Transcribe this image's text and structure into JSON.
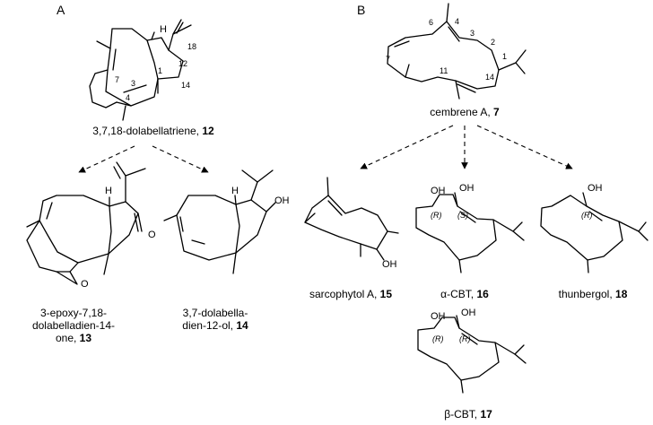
{
  "panels": {
    "a": "A",
    "b": "B"
  },
  "compounds": {
    "c12": {
      "name": "3,7,18-dolabellatriene, ",
      "number": "12"
    },
    "c13": {
      "line1": "3-epoxy-7,18-",
      "line2": "dolabelladien-14-",
      "line3": "one, ",
      "number": "13"
    },
    "c14": {
      "line1": "3,7-dolabella-",
      "line2": "dien-12-ol, ",
      "number": "14"
    },
    "c7": {
      "name": "cembrene A, ",
      "number": "7"
    },
    "c15": {
      "name": "sarcophytol A, ",
      "number": "15"
    },
    "c16": {
      "name": "α-CBT, ",
      "number": "16"
    },
    "c18": {
      "name": "thunbergol, ",
      "number": "18"
    },
    "c17": {
      "name": "β-CBT, ",
      "number": "17"
    }
  },
  "atoms": {
    "H": "H",
    "OH": "OH",
    "O": "O"
  },
  "locants": {
    "c12": [
      "18",
      "12",
      "7",
      "3",
      "1",
      "14",
      "4"
    ],
    "c7": [
      "6",
      "4",
      "3",
      "2",
      "7",
      "1",
      "11",
      "14"
    ]
  },
  "stereo": {
    "R": "(R)",
    "S": "(S)"
  },
  "arrows": [
    {
      "from": "12",
      "to": "13"
    },
    {
      "from": "12",
      "to": "14"
    },
    {
      "from": "7",
      "to": "15"
    },
    {
      "from": "7",
      "to": "16"
    },
    {
      "from": "7",
      "to": "18"
    }
  ]
}
